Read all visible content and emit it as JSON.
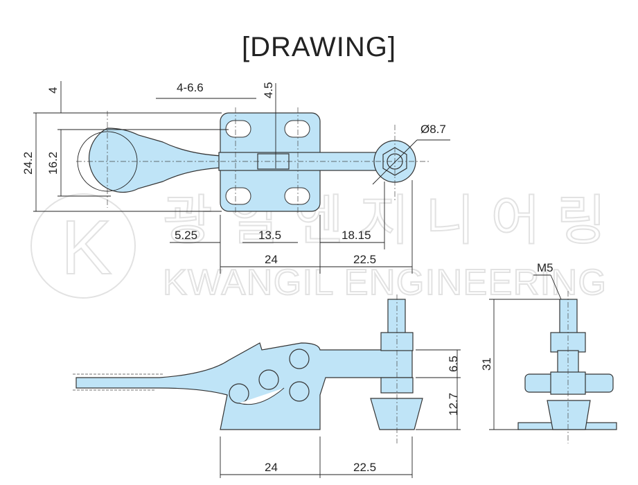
{
  "title": "[DRAWING]",
  "watermark": {
    "korean": "광일엔지니어링",
    "english": "KWANGIL ENGINEERING",
    "logo_letter": "K"
  },
  "top_view": {
    "dim_4": "4",
    "dim_4_6_6": "4-6.6",
    "dim_4_5": "4.5",
    "dim_24_2": "24.2",
    "dim_16_2": "16.2",
    "dim_d8_7": "Ø8.7",
    "dim_5_25": "5.25",
    "dim_13_5": "13.5",
    "dim_18_15": "18.15",
    "dim_24": "24",
    "dim_22_5": "22.5"
  },
  "side_view": {
    "dim_6_5": "6.5",
    "dim_12_7": "12.7",
    "dim_24": "24",
    "dim_22_5": "22.5"
  },
  "end_view": {
    "dim_m5": "M5",
    "dim_31": "31"
  },
  "colors": {
    "part_fill": "#bfe4f7"
  }
}
